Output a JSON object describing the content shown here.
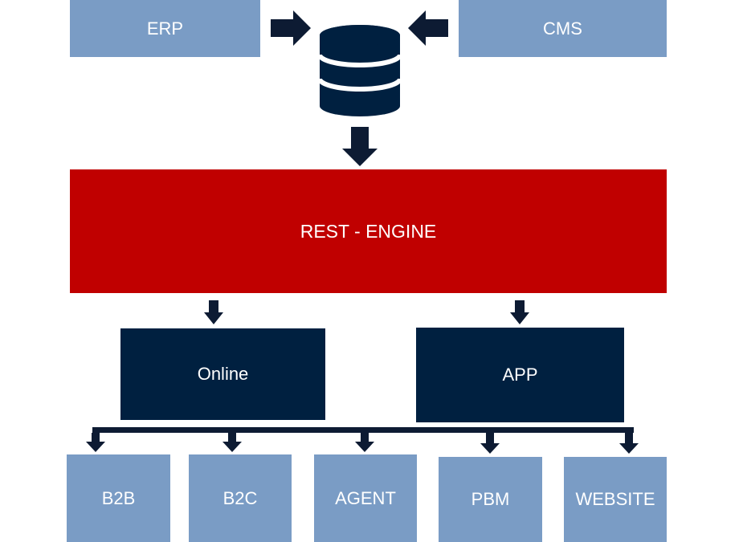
{
  "colors": {
    "source": "#7a9cc5",
    "engine": "#c00000",
    "channel": "#002040",
    "arrow": "#0d1b33",
    "database": "#002040"
  },
  "sources": {
    "erp": "ERP",
    "cms": "CMS"
  },
  "database": {
    "icon": "database-icon"
  },
  "engine": {
    "label": "REST - ENGINE"
  },
  "channels": {
    "online": "Online",
    "app": "APP"
  },
  "targets": [
    {
      "label": "B2B"
    },
    {
      "label": "B2C"
    },
    {
      "label": "AGENT"
    },
    {
      "label": "PBM"
    },
    {
      "label": "WEBSITE"
    }
  ]
}
